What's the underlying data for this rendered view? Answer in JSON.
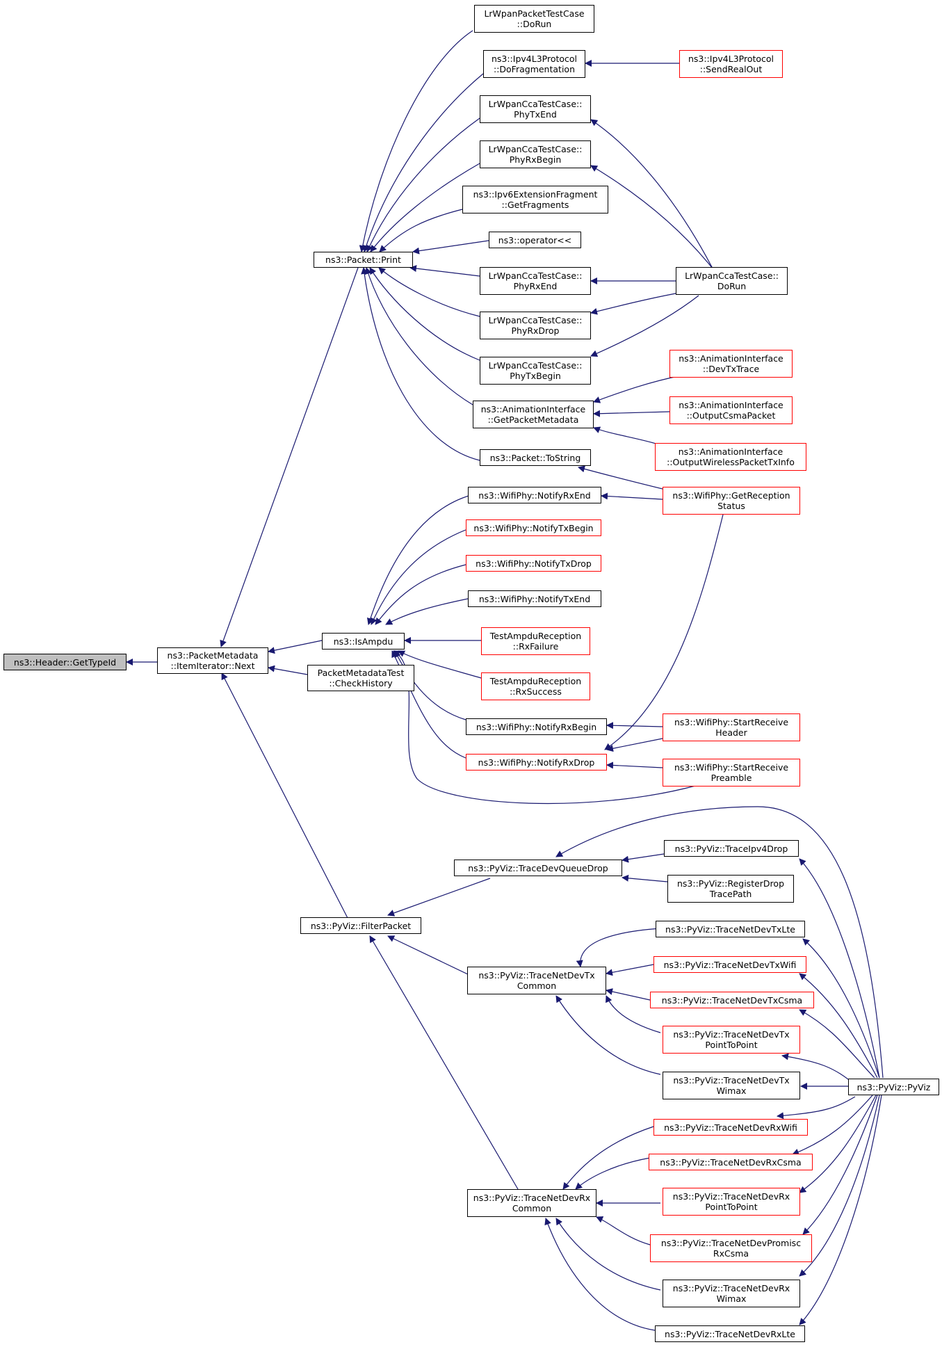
{
  "colors": {
    "edge": "#191970",
    "node_border": "#000000",
    "partial_node_border": "#ff0000",
    "focus_node_fill": "#bfbfbf"
  },
  "nodes": {
    "header": "ns3::Header::GetTypeId",
    "next": "ns3::PacketMetadata\n::ItemIterator::Next",
    "print": "ns3::Packet::Print",
    "isampdu": "ns3::IsAmpdu",
    "checkhist": "PacketMetadataTest\n::CheckHistory",
    "filter": "ns3::PyViz::FilterPacket",
    "lrdorun": "LrWpanPacketTestCase\n::DoRun",
    "ipv4frag": "ns3::Ipv4L3Protocol\n::DoFragmentation",
    "sendreal": "ns3::Ipv4L3Protocol\n::SendRealOut",
    "phytxend": "LrWpanCcaTestCase::\nPhyTxEnd",
    "phyrxbegin": "LrWpanCcaTestCase::\nPhyRxBegin",
    "ipv6frag": "ns3::Ipv6ExtensionFragment\n::GetFragments",
    "operator": "ns3::operator<<",
    "phyrxend": "LrWpanCcaTestCase::\nPhyRxEnd",
    "ccadorun": "LrWpanCcaTestCase::\nDoRun",
    "phyrxdrop": "LrWpanCcaTestCase::\nPhyRxDrop",
    "phytxbegin": "LrWpanCcaTestCase::\nPhyTxBegin",
    "devtx": "ns3::AnimationInterface\n::DevTxTrace",
    "getpkt": "ns3::AnimationInterface\n::GetPacketMetadata",
    "csmapkt": "ns3::AnimationInterface\n::OutputCsmaPacket",
    "wirelesspkt": "ns3::AnimationInterface\n::OutputWirelessPacketTxInfo",
    "tostring": "ns3::Packet::ToString",
    "notifyrxend": "ns3::WifiPhy::NotifyRxEnd",
    "getreception": "ns3::WifiPhy::GetReception\nStatus",
    "notifytxbegin": "ns3::WifiPhy::NotifyTxBegin",
    "notifytxdrop": "ns3::WifiPhy::NotifyTxDrop",
    "notifytxend": "ns3::WifiPhy::NotifyTxEnd",
    "rxfailure": "TestAmpduReception\n::RxFailure",
    "rxsuccess": "TestAmpduReception\n::RxSuccess",
    "notifyrxbegin": "ns3::WifiPhy::NotifyRxBegin",
    "startrxheader": "ns3::WifiPhy::StartReceive\nHeader",
    "notifyrxdrop": "ns3::WifiPhy::NotifyRxDrop",
    "startrxpreamble": "ns3::WifiPhy::StartReceive\nPreamble",
    "tracedevq": "ns3::PyViz::TraceDevQueueDrop",
    "traceipv4drop": "ns3::PyViz::TraceIpv4Drop",
    "registerdrop": "ns3::PyViz::RegisterDrop\nTracePath",
    "txlte": "ns3::PyViz::TraceNetDevTxLte",
    "txcommon": "ns3::PyViz::TraceNetDevTx\nCommon",
    "txwifi": "ns3::PyViz::TraceNetDevTxWifi",
    "txcsma": "ns3::PyViz::TraceNetDevTxCsma",
    "txp2p": "ns3::PyViz::TraceNetDevTx\nPointToPoint",
    "txwimax": "ns3::PyViz::TraceNetDevTx\nWimax",
    "pyviz": "ns3::PyViz::PyViz",
    "rxwifi": "ns3::PyViz::TraceNetDevRxWifi",
    "rxcsma": "ns3::PyViz::TraceNetDevRxCsma",
    "rxcommon": "ns3::PyViz::TraceNetDevRx\nCommon",
    "rxp2p": "ns3::PyViz::TraceNetDevRx\nPointToPoint",
    "promisc": "ns3::PyViz::TraceNetDevPromisc\nRxCsma",
    "rxwimax": "ns3::PyViz::TraceNetDevRx\nWimax",
    "rxlte": "ns3::PyViz::TraceNetDevRxLte"
  }
}
